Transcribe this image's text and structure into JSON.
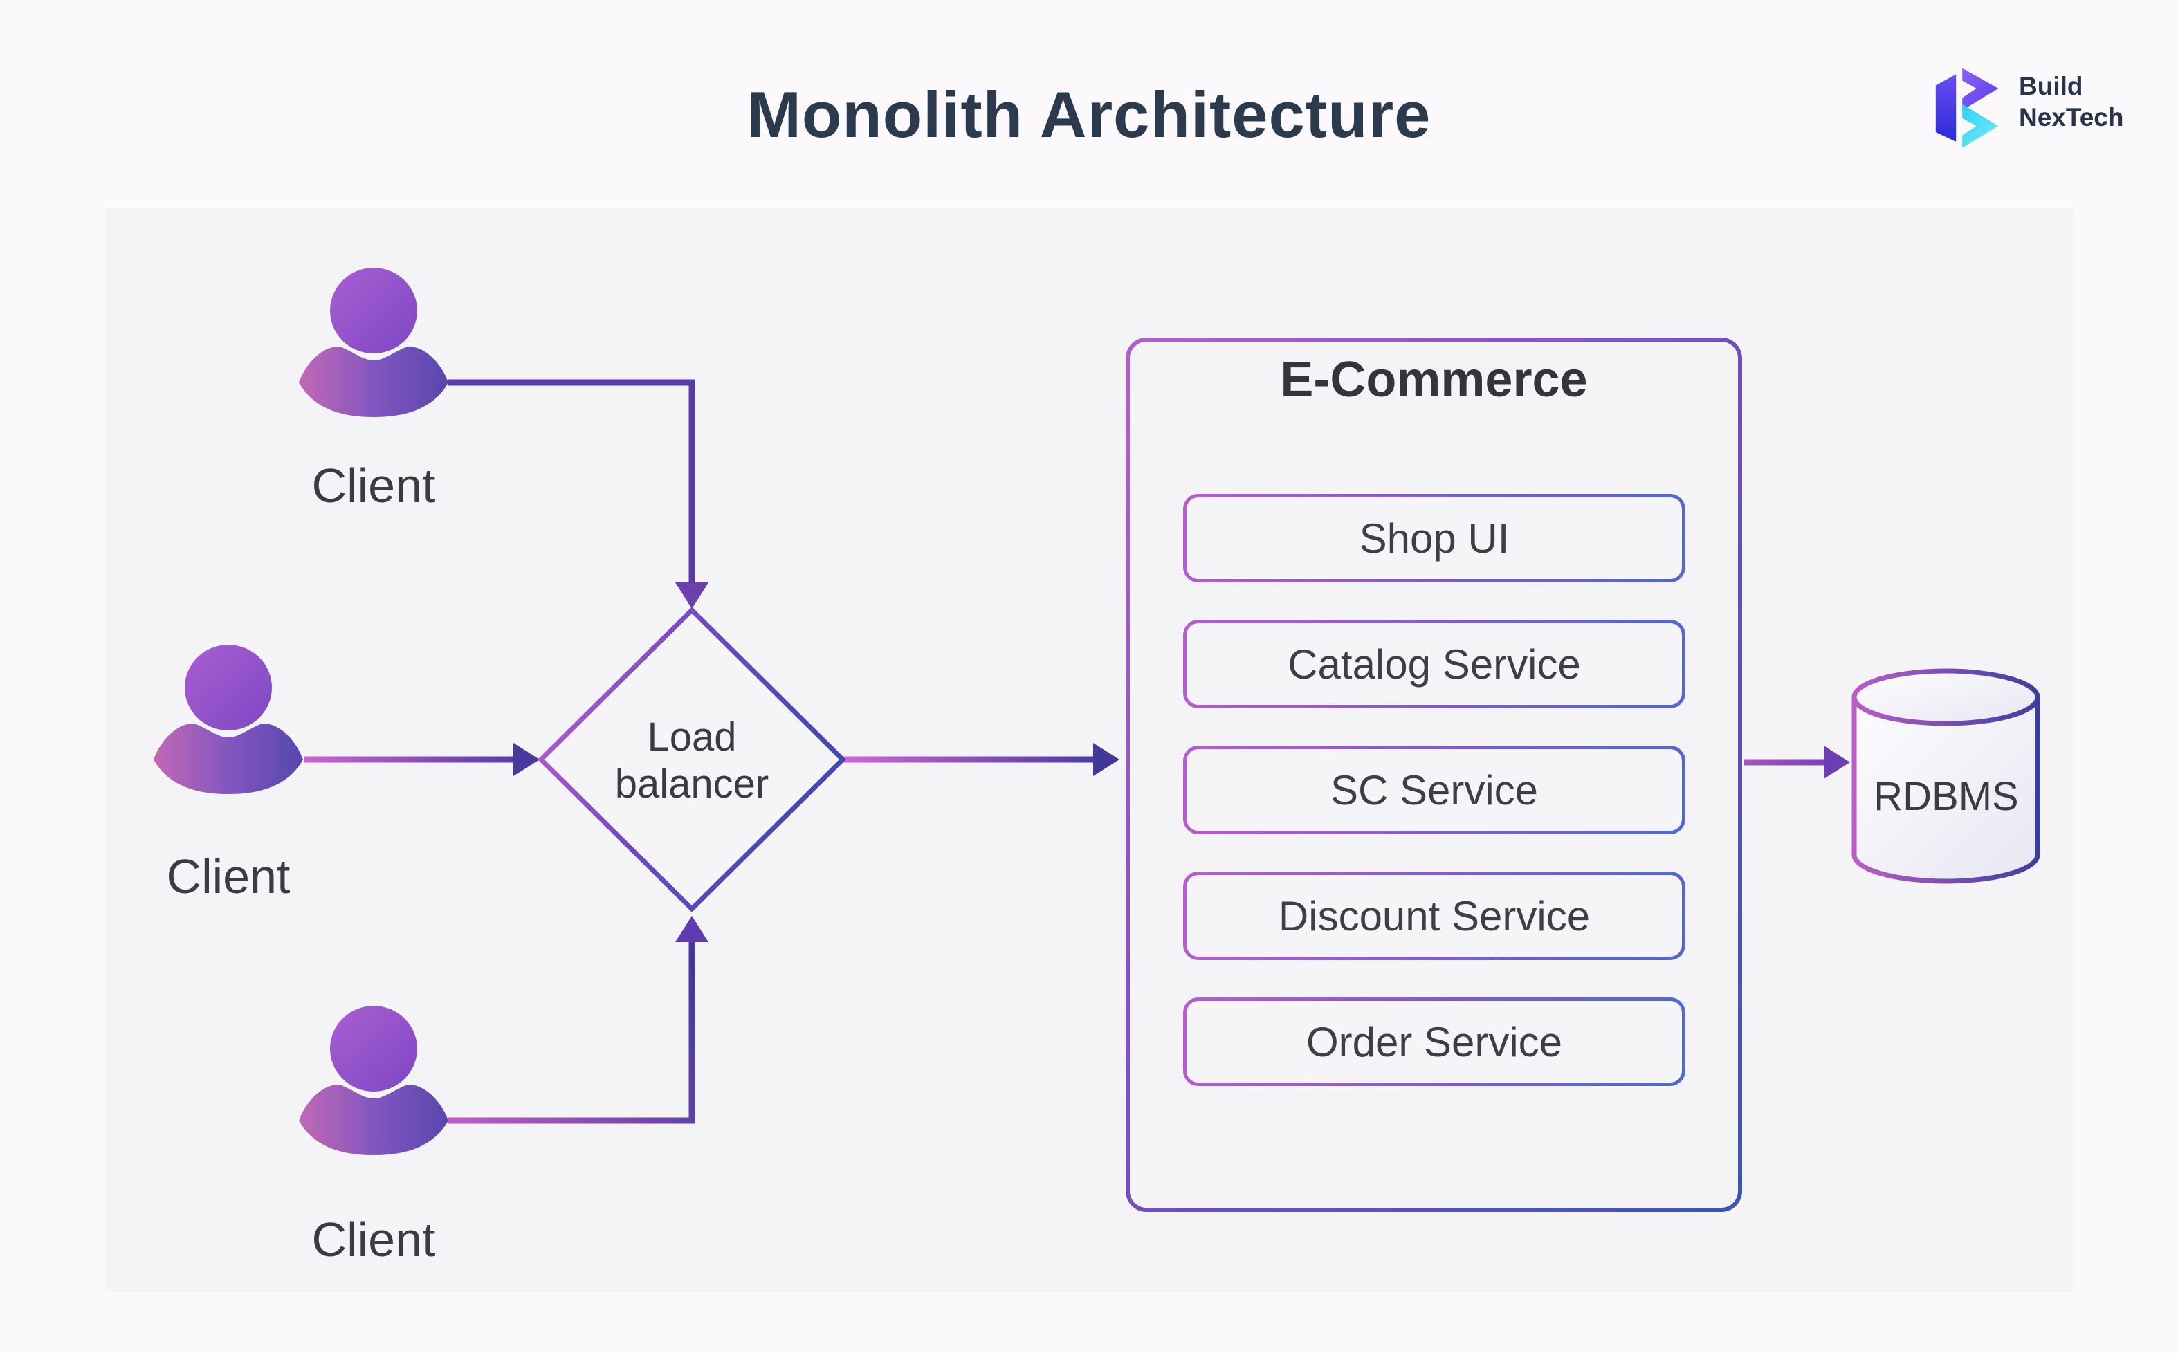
{
  "title": "Monolith Architecture",
  "logo": {
    "line1": "Build",
    "line2": "NexTech"
  },
  "clients": [
    {
      "label": "Client"
    },
    {
      "label": "Client"
    },
    {
      "label": "Client"
    }
  ],
  "load_balancer": {
    "line1": "Load",
    "line2": "balancer"
  },
  "ecommerce": {
    "title": "E-Commerce",
    "services": [
      {
        "label": "Shop UI"
      },
      {
        "label": "Catalog Service"
      },
      {
        "label": "SC Service"
      },
      {
        "label": "Discount Service"
      },
      {
        "label": "Order Service"
      }
    ]
  },
  "database": {
    "label": "RDBMS"
  },
  "colors": {
    "page_bg": "#fbf9fb",
    "panel_bg": "#f4f3f5",
    "title_text": "#2c3a4e",
    "body_text": "#3c3b42",
    "gradient_pink": "#c75ecd",
    "gradient_purple": "#7a43b8",
    "gradient_indigo": "#43389d",
    "gradient_blue": "#3f55b4",
    "logo_cyan": "#38d6f4",
    "logo_indigo": "#3430e5"
  }
}
